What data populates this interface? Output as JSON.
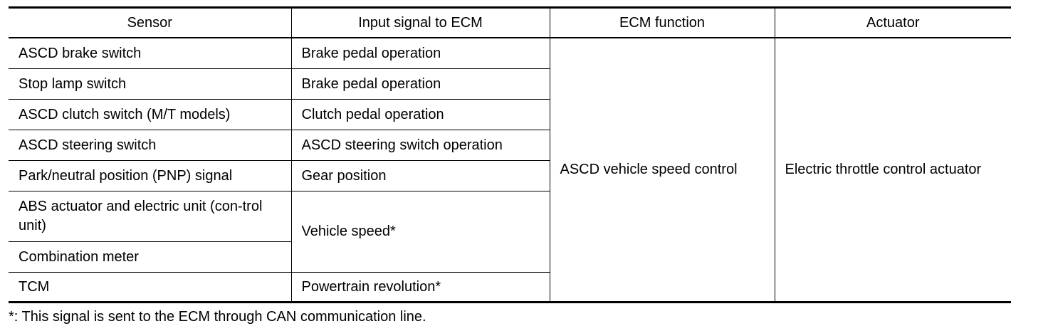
{
  "table": {
    "headers": {
      "sensor": "Sensor",
      "input": "Input signal to ECM",
      "function": "ECM function",
      "actuator": "Actuator"
    },
    "rows": [
      {
        "sensor": "ASCD brake switch",
        "input": "Brake pedal operation"
      },
      {
        "sensor": "Stop lamp switch",
        "input": "Brake pedal operation"
      },
      {
        "sensor": "ASCD clutch switch (M/T models)",
        "input": "Clutch pedal operation"
      },
      {
        "sensor": "ASCD steering switch",
        "input": "ASCD steering switch operation"
      },
      {
        "sensor": "Park/neutral position (PNP) signal",
        "input": "Gear position"
      },
      {
        "sensor": "ABS actuator and electric unit (con-trol unit)",
        "input": "Vehicle speed*"
      },
      {
        "sensor": "Combination meter"
      },
      {
        "sensor": "TCM",
        "input": "Powertrain revolution*"
      }
    ],
    "ecm_function": "ASCD vehicle speed control",
    "actuator": "Electric throttle control actuator"
  },
  "footnote": "*: This signal is sent to the ECM through CAN communication line."
}
